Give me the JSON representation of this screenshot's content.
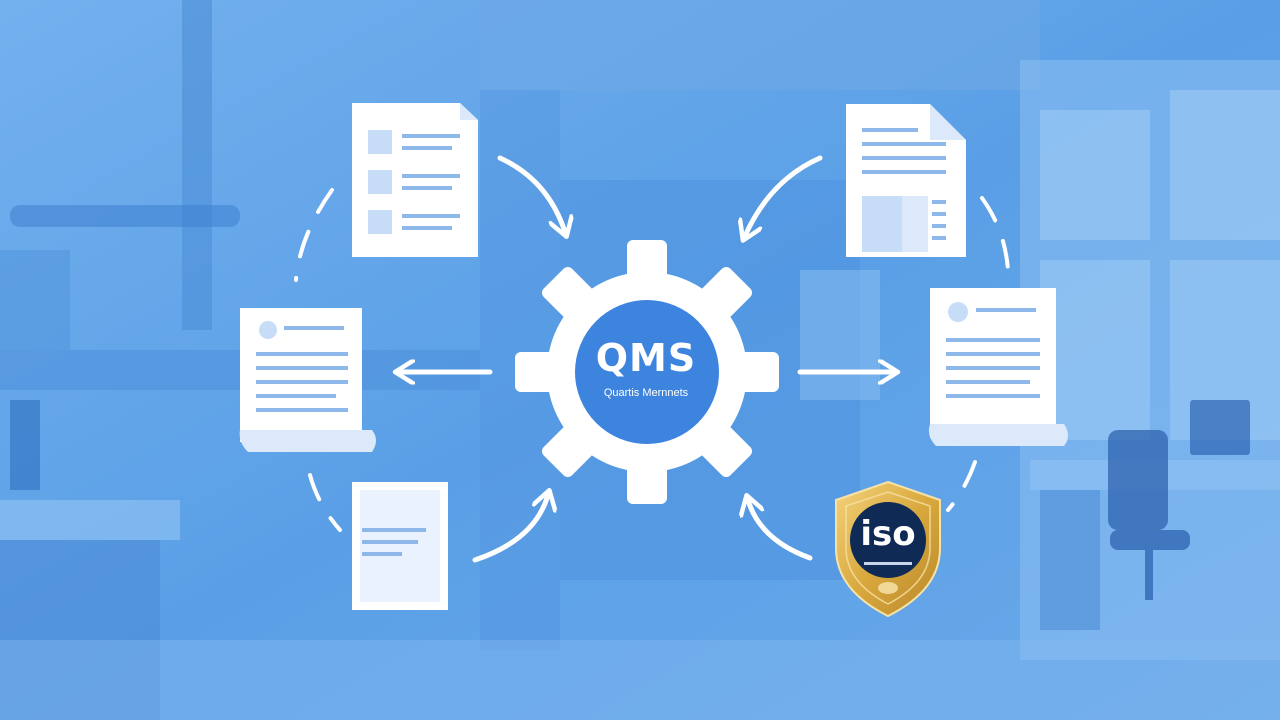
{
  "center": {
    "title": "QMS",
    "subtitle": "Quartis Mernnets"
  },
  "badge": {
    "text": "iso"
  },
  "colors": {
    "background": "#5a9fe6",
    "core": "#3d84df",
    "badge_gold": "#e0b24a",
    "badge_navy": "#0f2a55",
    "paper": "#ffffff"
  },
  "icons": [
    "document-list-icon",
    "spreadsheet-document-icon",
    "report-document-left-icon",
    "report-document-right-icon",
    "text-document-icon",
    "gear-icon",
    "iso-shield-icon"
  ]
}
